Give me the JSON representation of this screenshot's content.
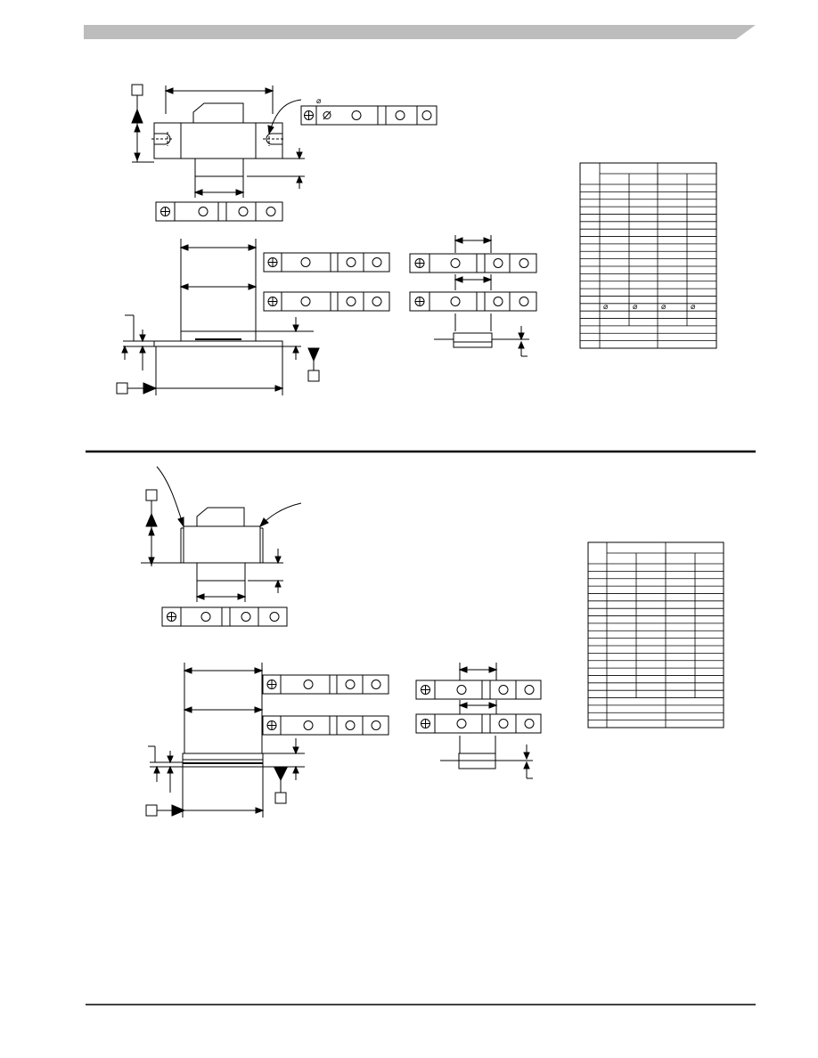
{
  "header": {
    "band_color": "#bdbdbd",
    "page_color": "#ffffff",
    "ink_color": "#000000"
  },
  "symbols": {
    "position": "⊕",
    "diameter": "⌀",
    "circle": "○"
  },
  "icons": {
    "fcf": "feature-control-frame-icon",
    "datum_flag": "datum-flag-icon",
    "dimension": "dimension-arrow-icon"
  },
  "table1": {
    "row_count": 22,
    "diameter_row": 16
  },
  "table2": {
    "row_count": 22
  }
}
